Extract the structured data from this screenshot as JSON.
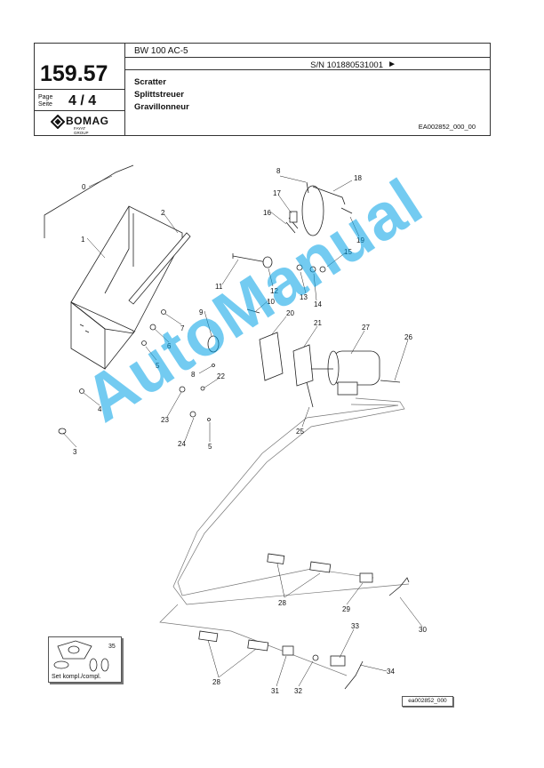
{
  "header": {
    "model": "BW 100 AC-5",
    "serial": "S/N 101880531001",
    "serial_arrow": "►",
    "group_number": "159.57",
    "page_label_1": "Page",
    "page_label_2": "Seite",
    "page_number": "4 / 4",
    "brand": "BOMAG",
    "brand_sub": "FAYAT GROUP",
    "title_en": "Scratter",
    "title_de": "Splittstreuer",
    "title_fr": "Gravillonneur",
    "doc_ref": "EA002852_000_00"
  },
  "callouts": [
    "0",
    "1",
    "2",
    "3",
    "4",
    "5",
    "5",
    "5",
    "6",
    "7",
    "8",
    "8",
    "9",
    "10",
    "11",
    "12",
    "13",
    "14",
    "15",
    "16",
    "17",
    "18",
    "19",
    "20",
    "21",
    "22",
    "23",
    "24",
    "25",
    "26",
    "27",
    "28",
    "28",
    "29",
    "30",
    "31",
    "32",
    "33",
    "34",
    "35"
  ],
  "set_label": "Set kompl./compl.",
  "drawing_ref": "ea002852_000",
  "watermark": "AutoManual"
}
